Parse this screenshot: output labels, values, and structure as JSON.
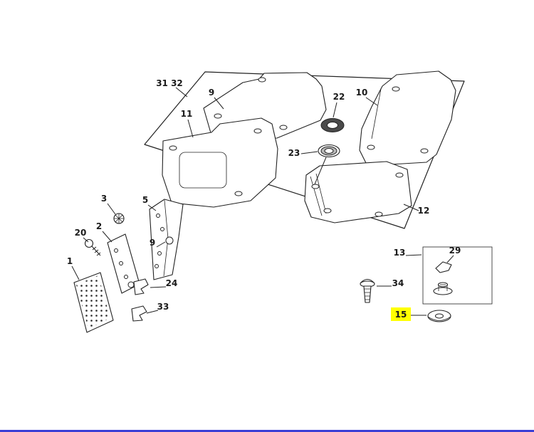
{
  "page": {
    "background": "#ffffff",
    "footer_divider_color": "#3a3fd6"
  },
  "diagram": {
    "type": "exploded-parts-diagram",
    "description": "Floor mats, grommets and pedal bracket parts diagram",
    "stroke_color": "#222222",
    "highlight": {
      "part": "15",
      "bg": "#ffff00",
      "text_color": "#8b0000"
    },
    "callouts": {
      "c31_32": "31 32",
      "c9_mat": "9",
      "c22": "22",
      "c10": "10",
      "c11": "11",
      "c23": "23",
      "c12": "12",
      "c3": "3",
      "c5": "5",
      "c2": "2",
      "c20": "20",
      "c9_bracket": "9",
      "c1": "1",
      "c24": "24",
      "c33": "33",
      "c34": "34",
      "c13": "13",
      "c29": "29",
      "c15": "15"
    }
  }
}
